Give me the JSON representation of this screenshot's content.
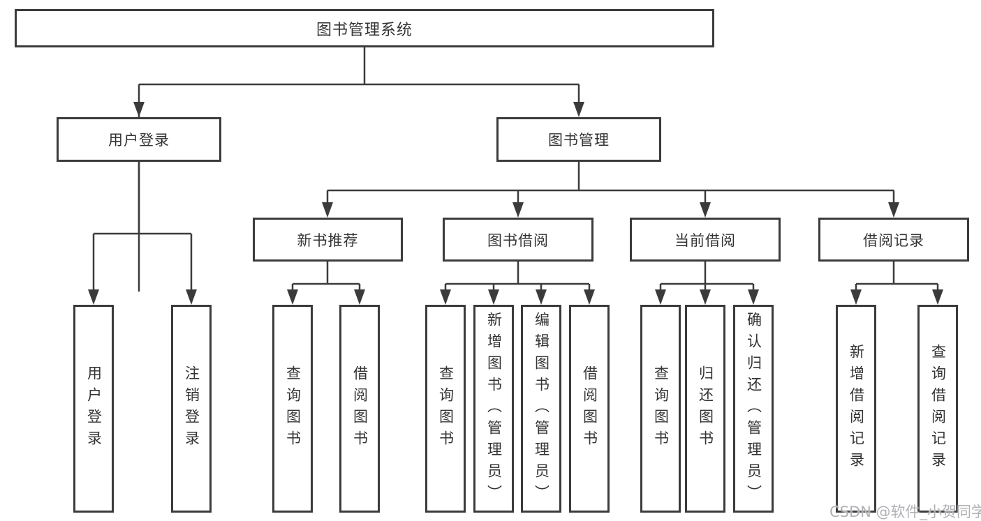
{
  "diagram": {
    "root_label": "图书管理系统",
    "level2": {
      "user_login": "用户登录",
      "book_management": "图书管理"
    },
    "level3": {
      "new_book_recommend": "新书推荐",
      "book_borrow": "图书借阅",
      "current_borrow": "当前借阅",
      "borrow_records": "借阅记录"
    },
    "leaves": {
      "user_login": [
        "用户登录",
        "注销登录"
      ],
      "new_book_recommend": [
        "查询图书",
        "借阅图书"
      ],
      "book_borrow": [
        "查询图书",
        "新增图书（管理员）",
        "编辑图书（管理员）",
        "借阅图书"
      ],
      "current_borrow": [
        "查询图书",
        "归还图书",
        "确认归还（管理员）"
      ],
      "borrow_records": [
        "新增借阅记录",
        "查询借阅记录"
      ]
    },
    "colors": {
      "line": "#3b3b3b",
      "text": "#333333",
      "box_background": "#ffffff"
    }
  },
  "watermark": {
    "text": "CSDN @软件_小贺同学",
    "color": "#b1b1b5"
  }
}
